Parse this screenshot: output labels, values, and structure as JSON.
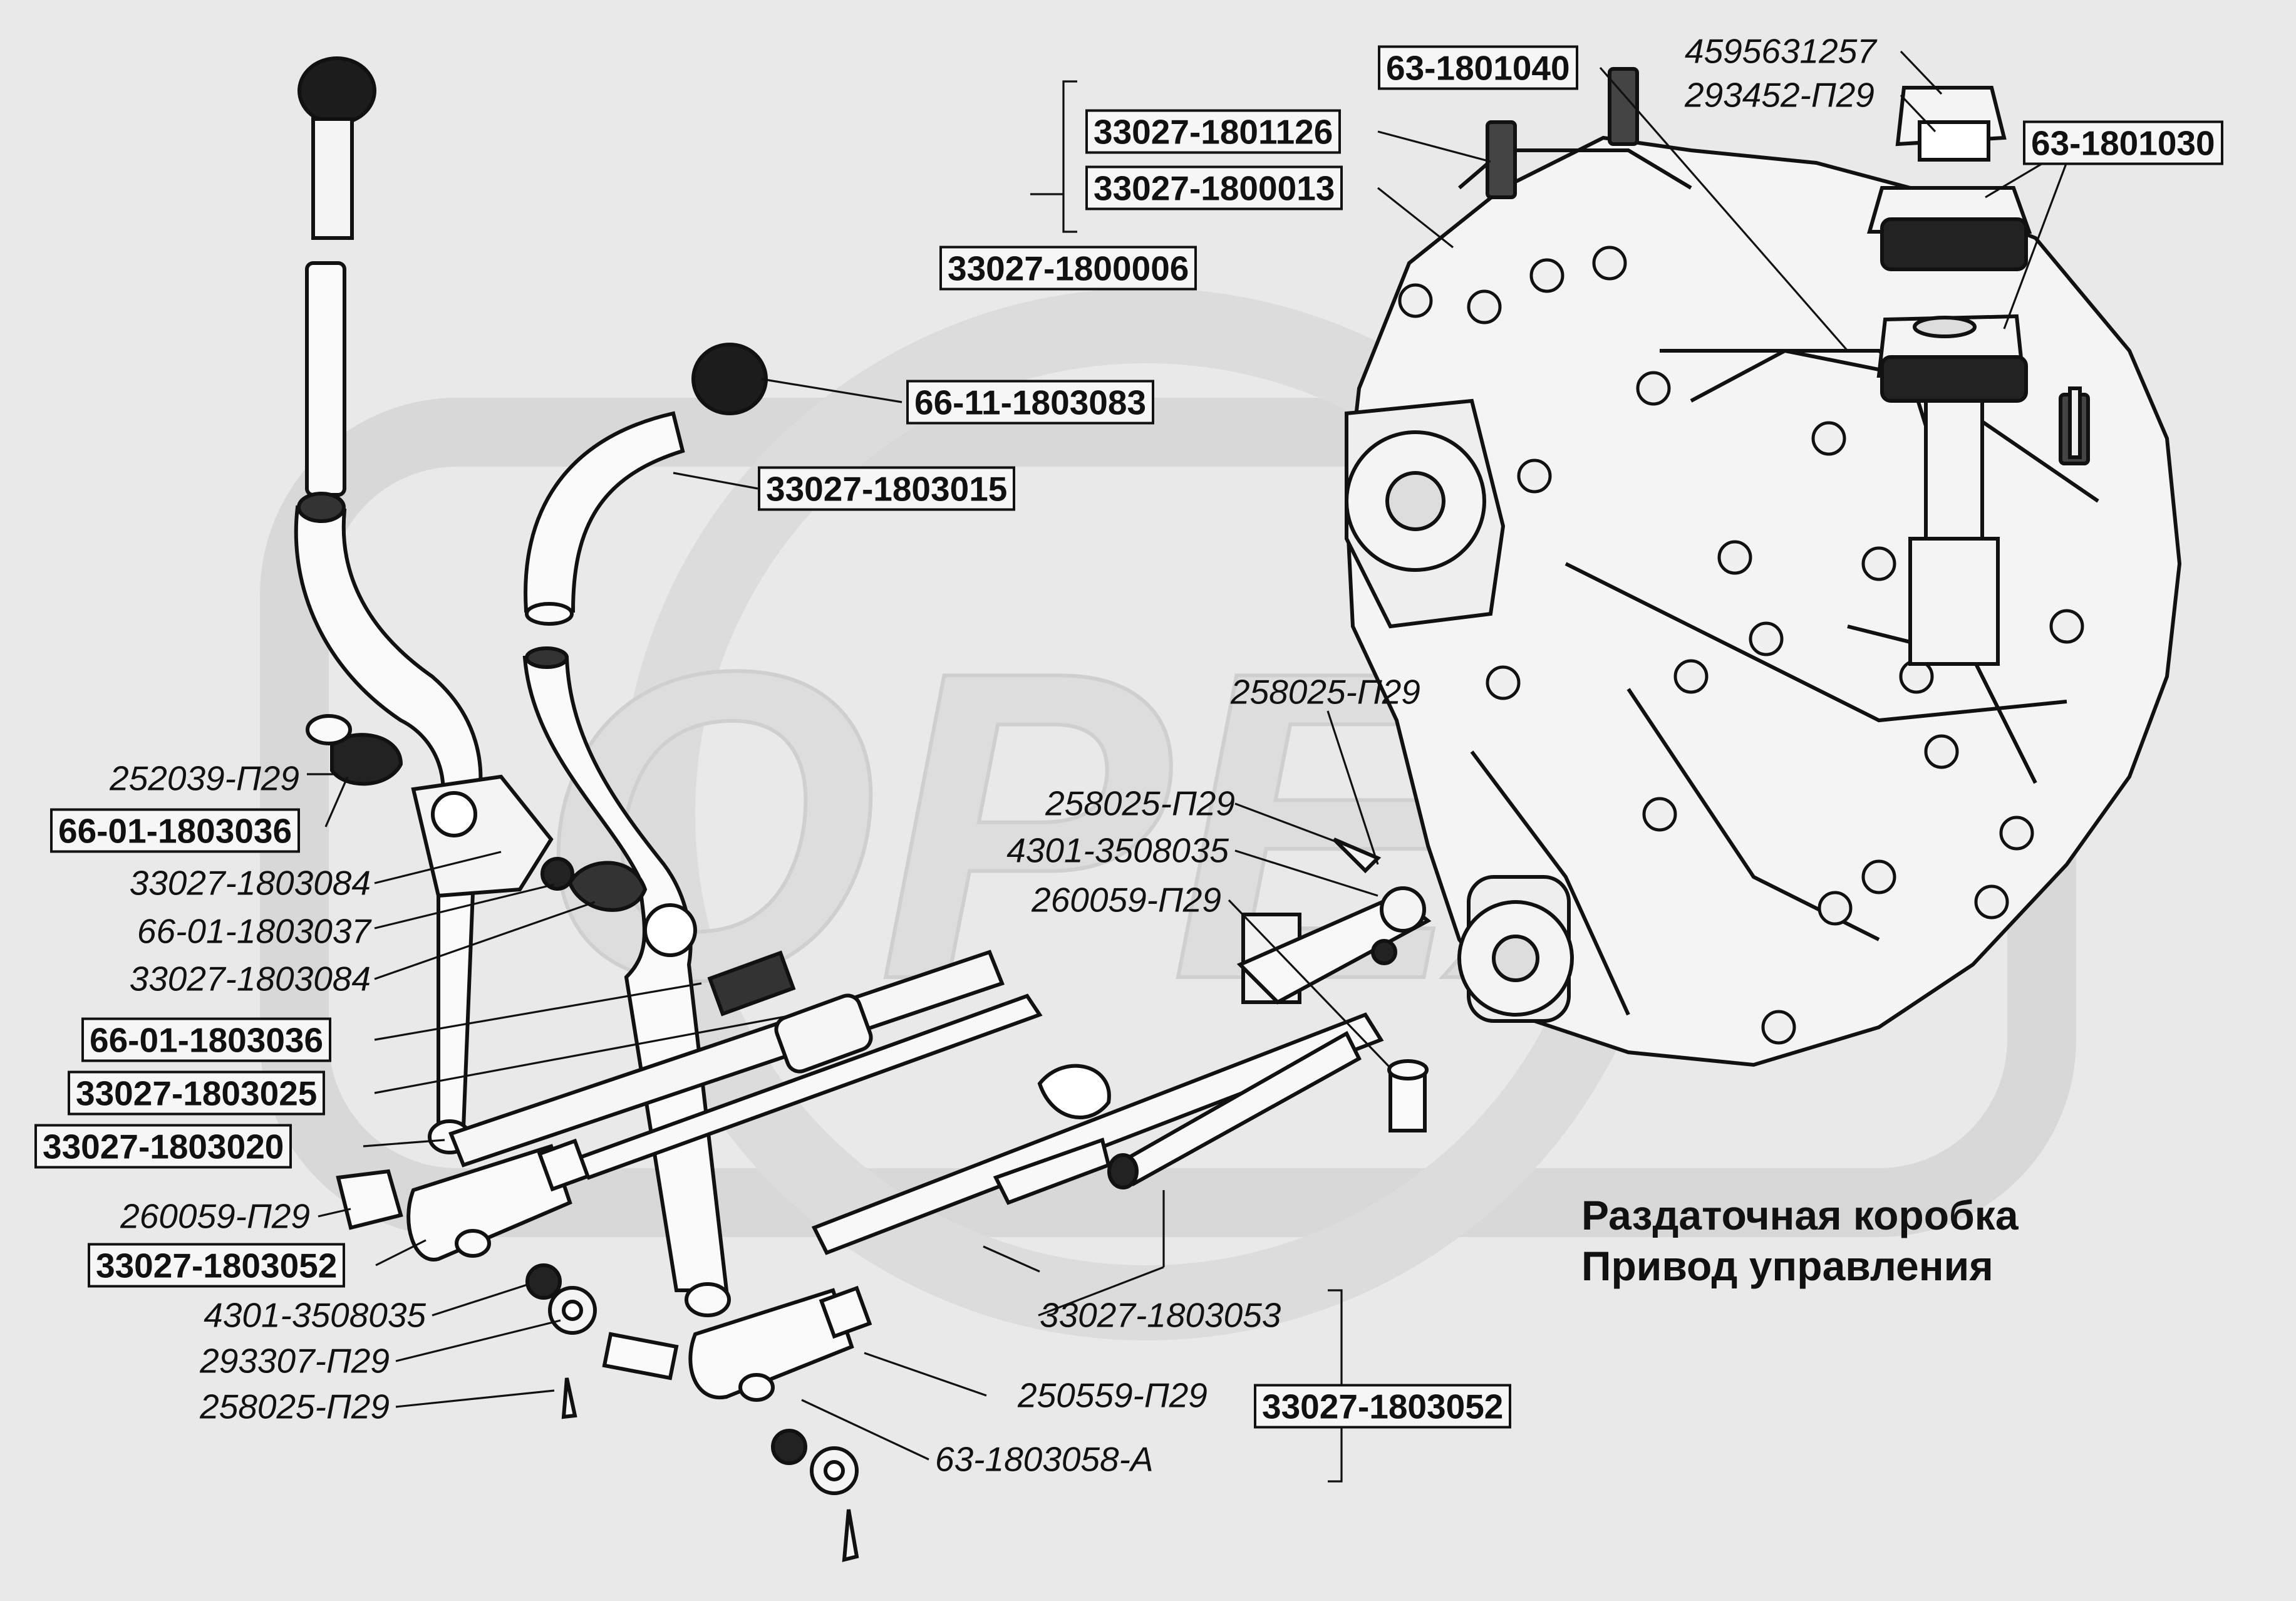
{
  "title_lines": [
    "Раздаточная коробка",
    "Привод управления"
  ],
  "watermark": "ОРЕХ",
  "labels": {
    "p_63_1801040": "63-1801040",
    "p_4595631257": "4595631257",
    "p_293452": "293452-П29",
    "p_63_1801030": "63-1801030",
    "p_33027_1801126": "33027-1801126",
    "p_33027_1800013": "33027-1800013",
    "p_33027_1800006": "33027-1800006",
    "p_66_11_1803083": "66-11-1803083",
    "p_33027_1803015": "33027-1803015",
    "p_258025_top": "258025-П29",
    "p_258025_mid": "258025-П29",
    "p_4301_mid": "4301-3508035",
    "p_260059_mid": "260059-П29",
    "p_252039": "252039-П29",
    "p_66_01_1803036_a": "66-01-1803036",
    "p_33027_1803084_a": "33027-1803084",
    "p_66_01_1803037": "66-01-1803037",
    "p_33027_1803084_b": "33027-1803084",
    "p_66_01_1803036_b": "66-01-1803036",
    "p_33027_1803025": "33027-1803025",
    "p_33027_1803020": "33027-1803020",
    "p_260059_low": "260059-П29",
    "p_33027_1803052_a": "33027-1803052",
    "p_4301_low": "4301-3508035",
    "p_293307": "293307-П29",
    "p_258025_low": "258025-П29",
    "p_33027_1803053": "33027-1803053",
    "p_250559": "250559-П29",
    "p_63_1803058": "63-1803058-А",
    "p_33027_1803052_b": "33027-1803052"
  }
}
